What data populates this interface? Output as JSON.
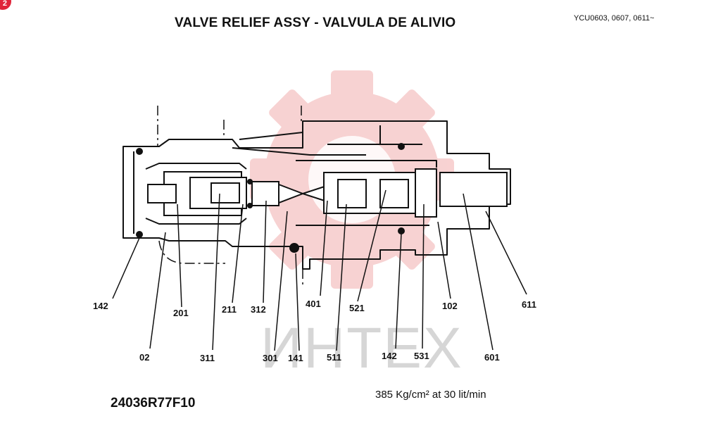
{
  "title": "VALVE RELIEF ASSY - VALVULA DE ALIVIO",
  "model_range": "YCU0603, 0607, 0611~",
  "drawing_code": "24036R77F10",
  "spec_text": "385 Kg/cm² at 30 lit/min",
  "watermark": "ИНТЕХ",
  "corner_badge": "2",
  "part_labels": [
    "142",
    "201",
    "211",
    "312",
    "401",
    "521",
    "102",
    "611",
    "02",
    "311",
    "301",
    "141",
    "511",
    "142",
    "531",
    "601"
  ]
}
